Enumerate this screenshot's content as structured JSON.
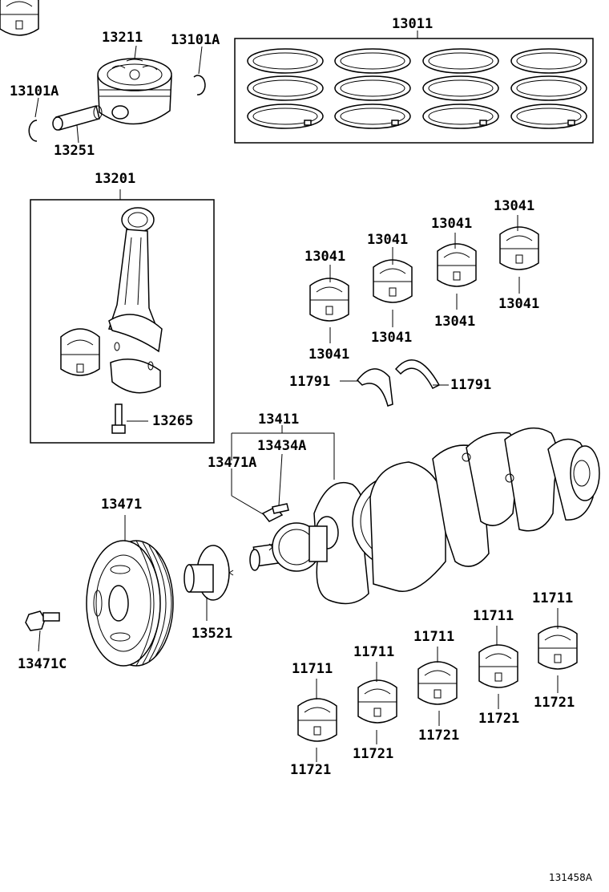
{
  "diagram": {
    "part_labels": [
      {
        "id": "p13211",
        "text": "13211"
      },
      {
        "id": "p13101a_top",
        "text": "13101A"
      },
      {
        "id": "p13011",
        "text": "13011"
      },
      {
        "id": "p13101a_left",
        "text": "13101A"
      },
      {
        "id": "p13251",
        "text": "13251"
      },
      {
        "id": "p13201",
        "text": "13201"
      },
      {
        "id": "p13265",
        "text": "13265"
      },
      {
        "id": "p13041_a",
        "text": "13041"
      },
      {
        "id": "p13041_b",
        "text": "13041"
      },
      {
        "id": "p13041_c",
        "text": "13041"
      },
      {
        "id": "p13041_d",
        "text": "13041"
      },
      {
        "id": "p13041_e",
        "text": "13041"
      },
      {
        "id": "p13041_f",
        "text": "13041"
      },
      {
        "id": "p13041_g",
        "text": "13041"
      },
      {
        "id": "p13041_h",
        "text": "13041"
      },
      {
        "id": "p11791_l",
        "text": "11791"
      },
      {
        "id": "p11791_r",
        "text": "11791"
      },
      {
        "id": "p13411",
        "text": "13411"
      },
      {
        "id": "p13434a",
        "text": "13434A"
      },
      {
        "id": "p13471a",
        "text": "13471A"
      },
      {
        "id": "p13471",
        "text": "13471"
      },
      {
        "id": "p13471c",
        "text": "13471C"
      },
      {
        "id": "p13521",
        "text": "13521"
      },
      {
        "id": "p11711_1",
        "text": "11711"
      },
      {
        "id": "p11711_2",
        "text": "11711"
      },
      {
        "id": "p11711_3",
        "text": "11711"
      },
      {
        "id": "p11711_4",
        "text": "11711"
      },
      {
        "id": "p11711_5",
        "text": "11711"
      },
      {
        "id": "p11721_1",
        "text": "11721"
      },
      {
        "id": "p11721_2",
        "text": "11721"
      },
      {
        "id": "p11721_3",
        "text": "11721"
      },
      {
        "id": "p11721_4",
        "text": "11721"
      },
      {
        "id": "p11721_5",
        "text": "11721"
      }
    ],
    "figure_code": "131458A"
  }
}
